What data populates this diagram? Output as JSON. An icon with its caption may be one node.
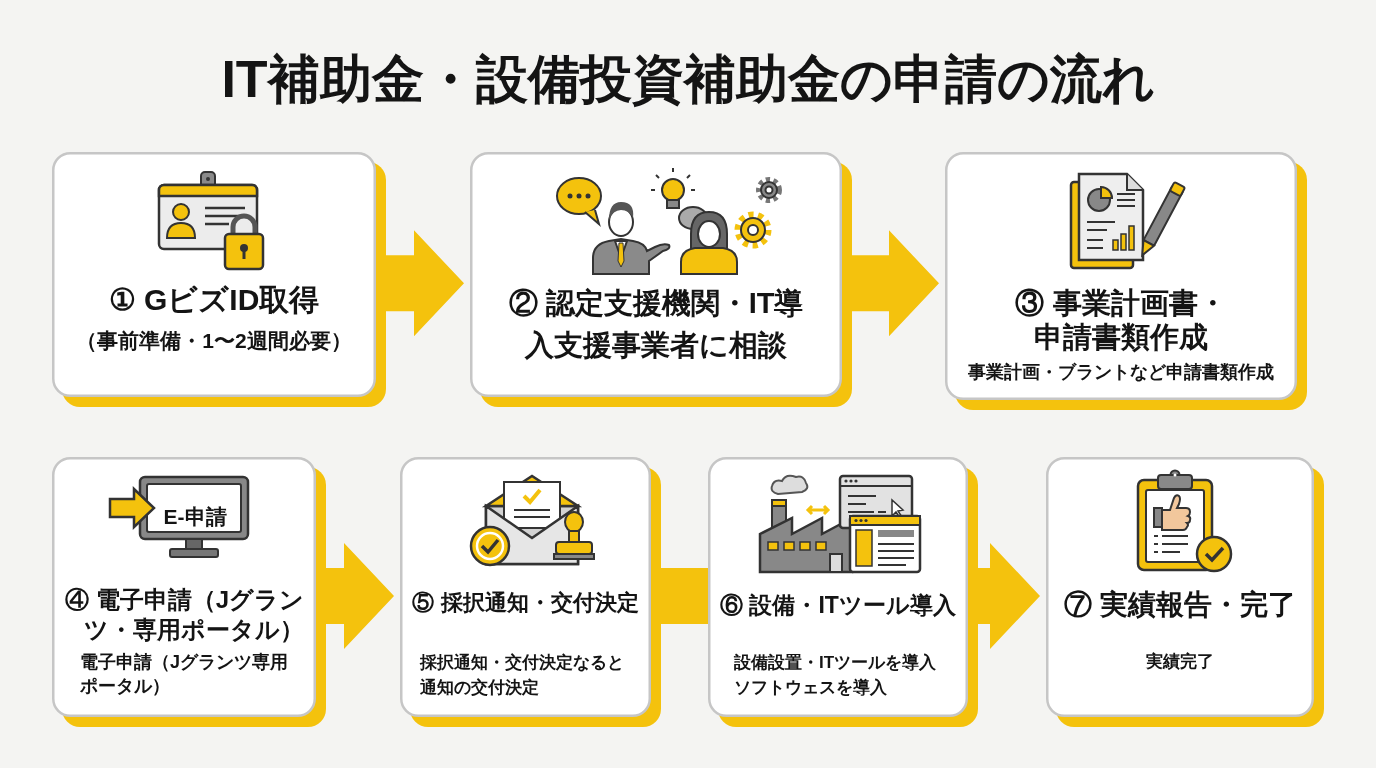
{
  "diagram": {
    "title": "IT補助金・設備投資補助金の申請の流れ",
    "nodes": [
      {
        "text": [
          "① GビズID取得",
          "（事前準備・1〜2週間必要）"
        ]
      },
      {
        "text": [
          "② 認定支援機関・IT導入支援事業者に相談"
        ]
      },
      {
        "text": [
          "③ 事業計画書・申請書類作成",
          "事業計画・ブラントなど申請書類作成"
        ]
      },
      {
        "text": [
          "④ 電子申請（Jグランツ・専用ポータル）",
          "電子申請（Jグランツ専用ポータル）"
        ]
      },
      {
        "text": [
          "⑤ 採択通知・交付決定",
          "採択通知・交付決定なると通知の交付決定"
        ]
      },
      {
        "text": [
          "⑥ 設備・ITツール導入",
          "設備設置・ITツールを導入ソフトウェスを導入"
        ]
      },
      {
        "text": [
          "⑦ 実績報告・完了",
          "実績完了"
        ]
      }
    ],
    "edges": [
      {
        "from": 0,
        "to": 1,
        "arrow": "to"
      },
      {
        "from": 1,
        "to": 2,
        "arrow": "to"
      },
      {
        "from": 3,
        "to": 4,
        "arrow": "to"
      },
      {
        "from": 4,
        "to": 5,
        "arrow": "none"
      },
      {
        "from": 5,
        "to": 6,
        "arrow": "to"
      }
    ],
    "labels": [
      "E-申請"
    ]
  }
}
